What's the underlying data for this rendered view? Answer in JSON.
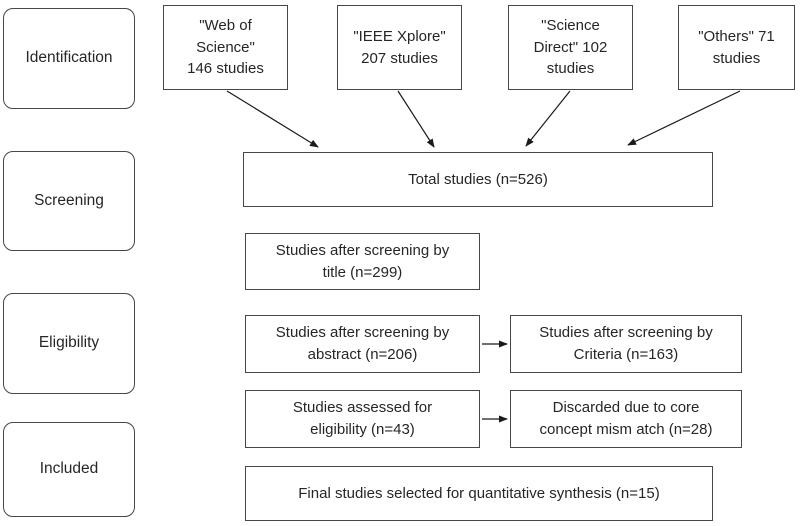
{
  "diagram": {
    "title_semantic": "PRISMA-style study selection flow diagram",
    "stages": [
      {
        "id": "identification",
        "label": "Identification"
      },
      {
        "id": "screening",
        "label": "Screening"
      },
      {
        "id": "eligibility",
        "label": "Eligibility"
      },
      {
        "id": "included",
        "label": "Included"
      }
    ],
    "sources": [
      {
        "id": "web-of-science",
        "label": "\"Web of\nScience\"\n146 studies",
        "count": 146
      },
      {
        "id": "ieee-xplore",
        "label": "\"IEEE Xplore\"\n207 studies",
        "count": 207
      },
      {
        "id": "science-direct",
        "label": "\"Science\nDirect\" 102\nstudies",
        "count": 102
      },
      {
        "id": "others",
        "label": "\"Others\" 71\nstudies",
        "count": 71
      }
    ],
    "flow": {
      "total": "Total studies (n=526)",
      "title_screen": "Studies after screening by\ntitle (n=299)",
      "abstract_screen": "Studies after screening by\nabstract (n=206)",
      "criteria_screen": "Studies after screening by\nCriteria (n=163)",
      "assessed": "Studies assessed for\neligibility (n=43)",
      "discarded": "Discarded due to core\nconcept mism atch (n=28)",
      "final": "Final studies selected for quantitative synthesis (n=15)"
    },
    "counts": {
      "total": 526,
      "after_title": 299,
      "after_abstract": 206,
      "after_criteria": 163,
      "assessed": 43,
      "discarded": 28,
      "final": 15
    },
    "colors": {
      "border": "#474747",
      "text": "#262626",
      "background": "#ffffff",
      "arrow": "#1a1a1a"
    }
  }
}
